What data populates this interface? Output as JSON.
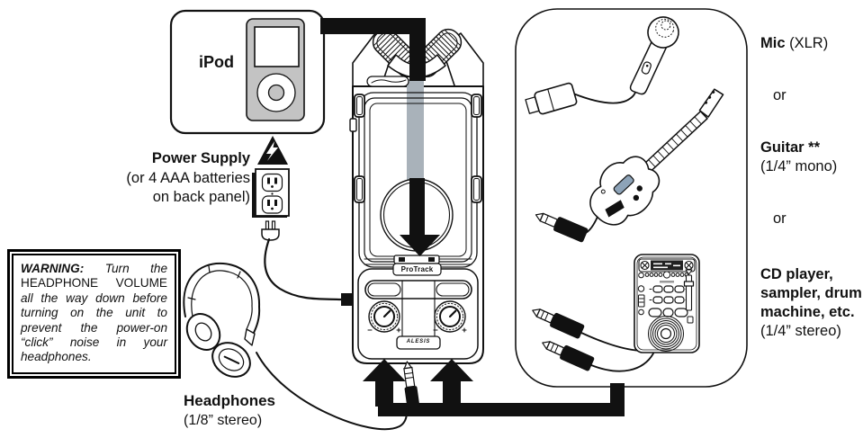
{
  "colors": {
    "ink": "#111111",
    "ipod_gray": "#c3c3c3",
    "dock_stripe": "#a9b2ba",
    "pickup_blue": "#8da3b8",
    "display_dark": "#222222"
  },
  "ipod": {
    "label": "iPod"
  },
  "power_supply": {
    "title": "Power Supply",
    "line2": "(or 4 AAA batteries",
    "line3": "on back panel)"
  },
  "warning": {
    "label": "WARNING:",
    "intro": "Turn the",
    "caps": "HEADPHONE VOLUME",
    "rest": "all the way down before turning on the unit to prevent the power-on “click” noise in your headphones."
  },
  "headphones": {
    "title": "Headphones",
    "subtitle": "(1/8” stereo)"
  },
  "device": {
    "model": "ProTrack",
    "brand": "ALESIS"
  },
  "sources": {
    "mic_bold": "Mic",
    "mic_normal": "(XLR)",
    "or_1": "or",
    "guitar_bold": "Guitar **",
    "guitar_normal": "(1/4” mono)",
    "or_2": "or",
    "cd_line1": "CD player,",
    "cd_line2": "sampler, drum",
    "cd_line3": "machine, etc.",
    "cd_normal": "(1/4” stereo)"
  }
}
